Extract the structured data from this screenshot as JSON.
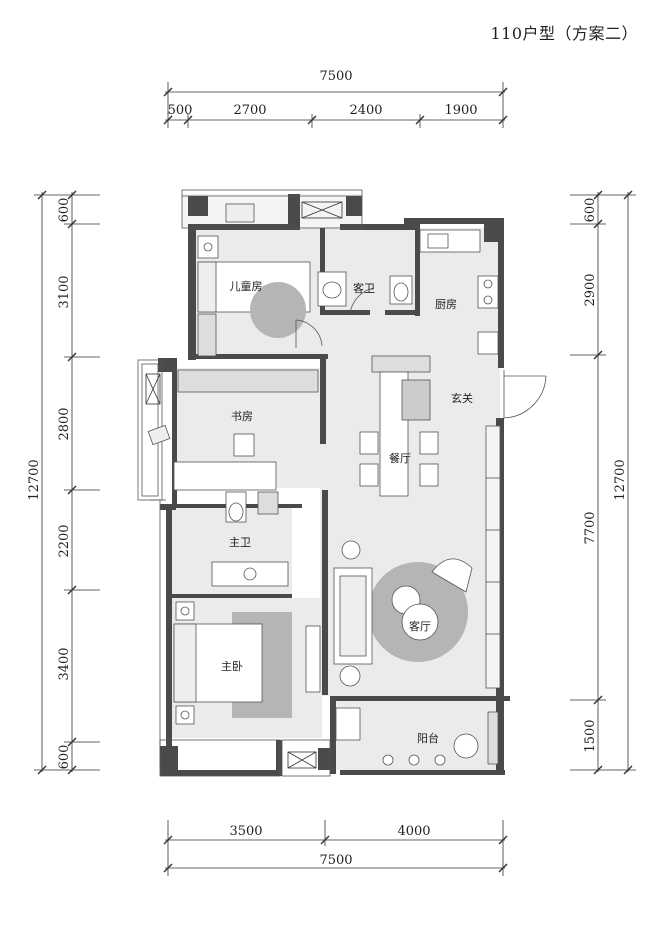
{
  "title": "110户型（方案二）",
  "top_dims": {
    "total": "7500",
    "segments": [
      "500",
      "2700",
      "2400",
      "1900"
    ]
  },
  "bottom_dims": {
    "total": "7500",
    "segments": [
      "3500",
      "4000"
    ]
  },
  "left_dims": {
    "total": "12700",
    "segments": [
      "600",
      "3100",
      "2800",
      "2200",
      "3400",
      "600"
    ]
  },
  "right_dims": {
    "total": "12700",
    "segments": [
      "600",
      "2900",
      "7700",
      "1500"
    ]
  },
  "rooms": {
    "kids": "儿童房",
    "guest_bath": "客卫",
    "kitchen": "厨房",
    "study": "书房",
    "entry": "玄关",
    "dining": "餐厅",
    "master_bath": "主卫",
    "living": "客厅",
    "master_bed": "主卧",
    "balcony": "阳台"
  },
  "colors": {
    "wall": "#4a4a4a",
    "floor": "#ebebeb",
    "furniture_gray": "#b5b5b5",
    "line": "#333333"
  }
}
